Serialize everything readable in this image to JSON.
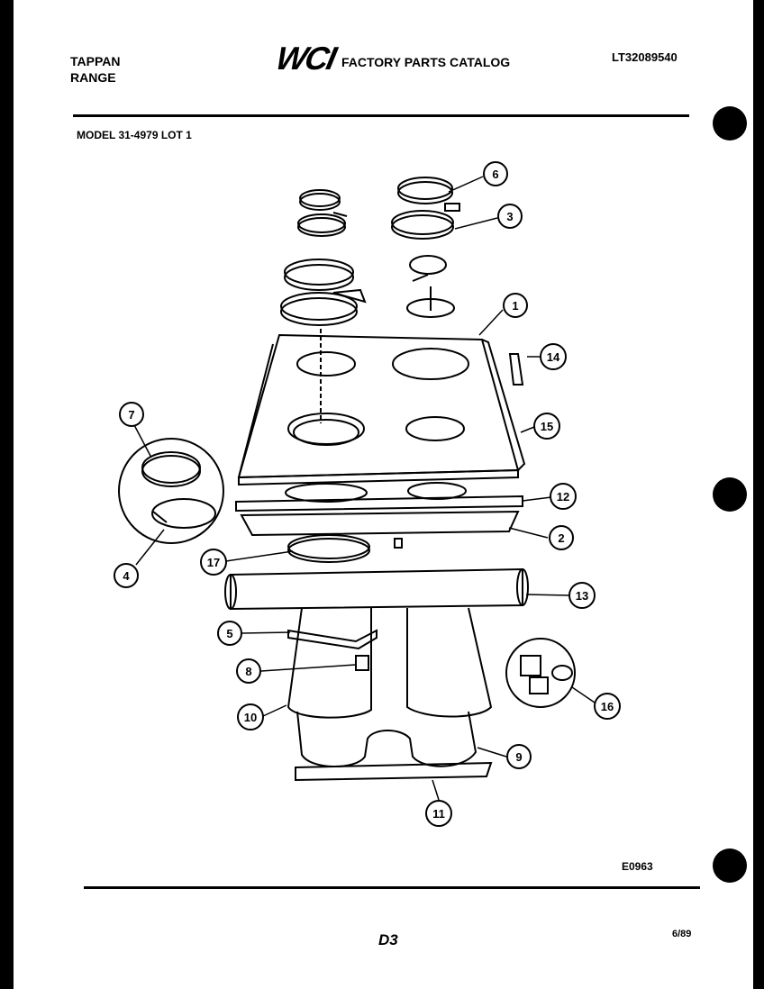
{
  "header": {
    "brand_line1": "TAPPAN",
    "brand_line2": "RANGE",
    "logo": "WCI",
    "catalog_title": "FACTORY PARTS CATALOG",
    "catalog_number": "LT32089540",
    "model": "MODEL 31-4979 LOT 1"
  },
  "footer": {
    "diagram_code": "E0963",
    "page_number": "D3",
    "date": "6/89"
  },
  "callouts": [
    "1",
    "2",
    "3",
    "4",
    "5",
    "6",
    "7",
    "8",
    "9",
    "10",
    "11",
    "12",
    "13",
    "14",
    "15",
    "16",
    "17"
  ],
  "colors": {
    "ink": "#000000",
    "paper": "#ffffff"
  }
}
